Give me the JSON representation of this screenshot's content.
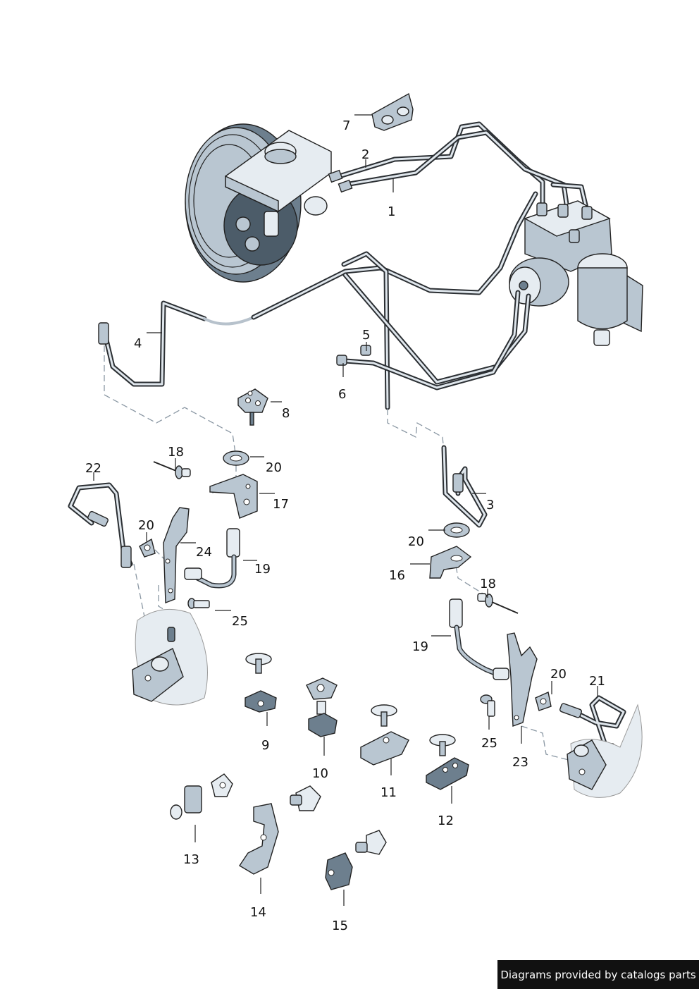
{
  "callouts": {
    "c1": "1",
    "c2": "2",
    "c3": "3",
    "c4": "4",
    "c5": "5",
    "c6": "6",
    "c7": "7",
    "c8": "8",
    "c9": "9",
    "c10": "10",
    "c11": "11",
    "c12": "12",
    "c13": "13",
    "c14": "14",
    "c15": "15",
    "c16": "16",
    "c17": "17",
    "c18a": "18",
    "c18b": "18",
    "c19a": "19",
    "c19b": "19",
    "c20a": "20",
    "c20b": "20",
    "c20c": "20",
    "c20d": "20",
    "c21": "21",
    "c22": "22",
    "c23": "23",
    "c24": "24",
    "c25a": "25",
    "c25b": "25"
  },
  "credit": {
    "text": "Diagrams provided by catalogs parts",
    "bg": "#111111",
    "fg": "#ffffff"
  },
  "colors": {
    "part_fill": "#b9c6d1",
    "part_dark": "#6d7f8e",
    "outline": "#222222",
    "dashed": "#8a97a3"
  }
}
